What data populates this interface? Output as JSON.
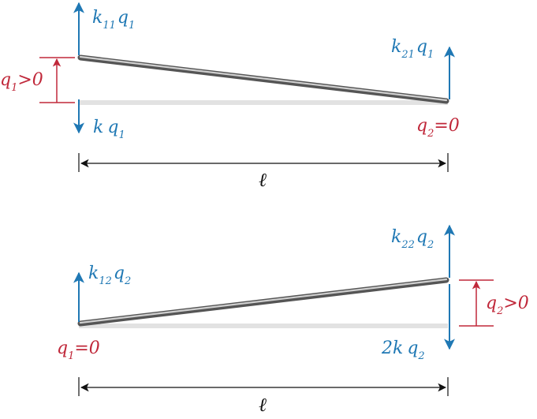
{
  "panel_top": {
    "force_left_up": {
      "base": "k",
      "sub": "11",
      "base2": "q",
      "sub2": "1"
    },
    "force_left_down": {
      "base": "k",
      "base2": "q",
      "sub2": "1"
    },
    "force_right_up": {
      "base": "k",
      "sub": "21",
      "base2": "q",
      "sub2": "1"
    },
    "disp_left": {
      "base": "q",
      "sub": "1",
      "rel": ">0"
    },
    "disp_right": {
      "base": "q",
      "sub": "2",
      "rel": "=0"
    },
    "length": "ℓ"
  },
  "panel_bottom": {
    "force_left_up": {
      "base": "k",
      "sub": "12",
      "base2": "q",
      "sub2": "2"
    },
    "force_right_up": {
      "base": "k",
      "sub": "22",
      "base2": "q",
      "sub2": "2"
    },
    "force_right_down": {
      "base": "2k",
      "base2": "q",
      "sub2": "2"
    },
    "disp_left": {
      "base": "q",
      "sub": "1",
      "rel": "=0"
    },
    "disp_right": {
      "base": "q",
      "sub": "2",
      "rel": ">0"
    },
    "length": "ℓ"
  },
  "colors": {
    "force": "#1f78b4",
    "displacement": "#c0283a",
    "beam": "#8a8a8a",
    "dimension": "#111111"
  }
}
